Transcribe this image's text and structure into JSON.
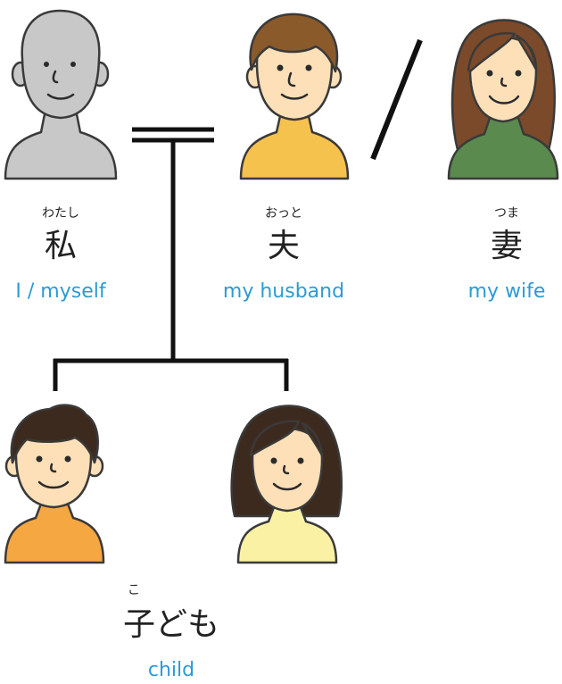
{
  "entries": {
    "me": {
      "ruby": "わたし",
      "word": "私",
      "gloss": "I / myself"
    },
    "husband": {
      "ruby": "おっと",
      "word": "夫",
      "gloss": "my husband"
    },
    "wife": {
      "ruby": "つま",
      "word": "妻",
      "gloss": "my wife"
    },
    "child": {
      "ruby": "こ",
      "word": "子ども",
      "gloss": "child"
    }
  },
  "colors": {
    "gloss": "#2a9bd6",
    "me_figure": "#c8c8c8",
    "husband_shirt": "#f6c24e",
    "wife_shirt": "#5b8a4f",
    "boy_shirt": "#f5a742",
    "girl_shirt": "#fbf1a5",
    "skin": "#fde0b8"
  },
  "icons": [
    "person-silhouette-icon",
    "husband-icon",
    "wife-icon",
    "boy-icon",
    "girl-icon"
  ]
}
